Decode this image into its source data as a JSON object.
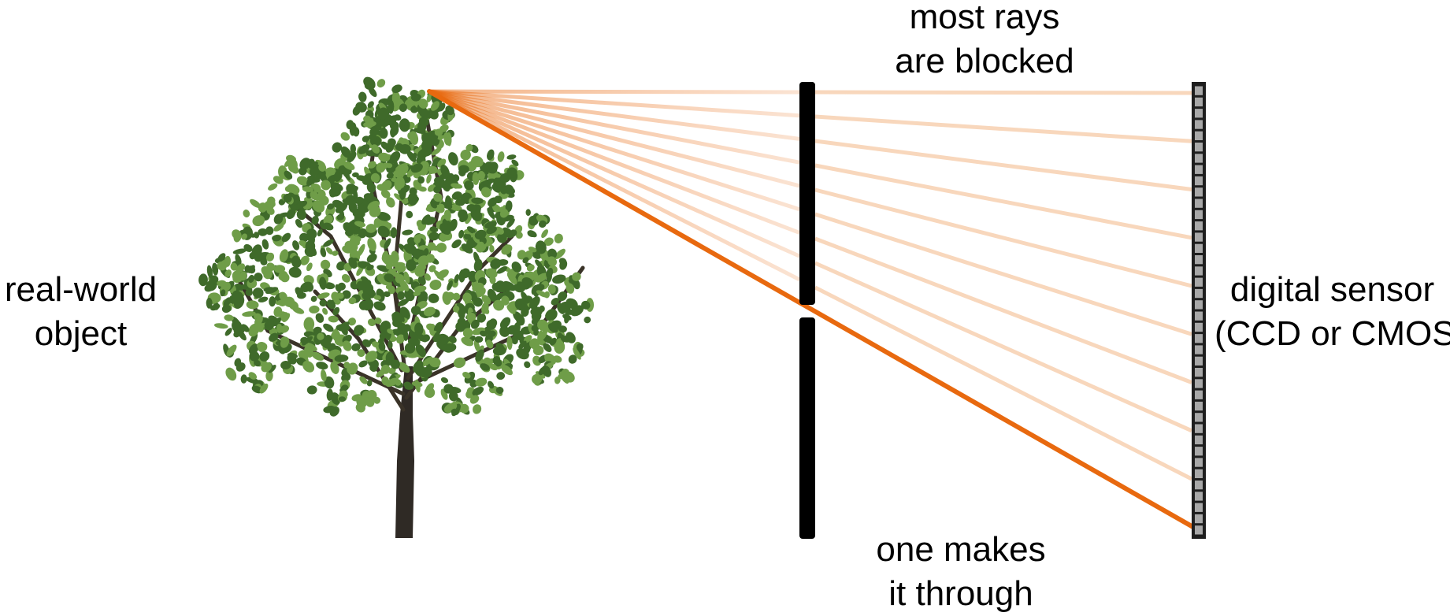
{
  "labels": {
    "object": [
      "real-world",
      "object"
    ],
    "blocked": [
      "most rays",
      "are blocked"
    ],
    "through": [
      "one makes",
      "it through"
    ],
    "sensor": [
      "digital sensor",
      "(CCD or CMOS)"
    ]
  },
  "colors": {
    "ray": "#e8690f",
    "ray_faint": "#f6c9a6",
    "barrier": "#000000",
    "sensor_pixel": "#a8a8a8",
    "sensor_frame": "#1e1e1e",
    "leaf_dark": "#3f6a2a",
    "leaf_light": "#6f9d48",
    "trunk": "#2f2a25"
  },
  "icons": {
    "object": "tree-icon"
  },
  "diagram": {
    "blocked_ray_count": 9,
    "sensor_pixel_count": 40
  }
}
